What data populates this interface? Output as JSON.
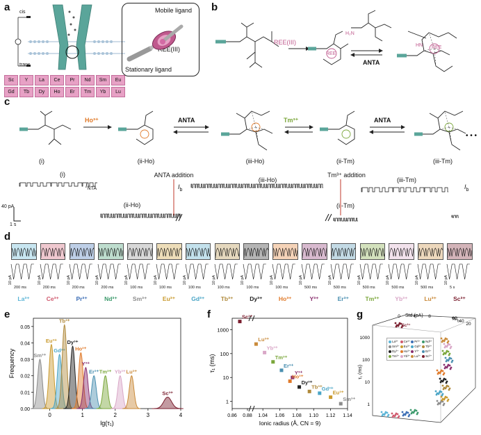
{
  "panels": {
    "a": {
      "letter": "a",
      "cis": "cis",
      "trans": "trans",
      "mobile_ligand": "Mobile ligand",
      "stationary_ligand": "Stationary ligand",
      "ree": "REE(III)",
      "elements_row1": [
        "Sc",
        "Y",
        "La",
        "Ce",
        "Pr",
        "Nd",
        "Sm",
        "Eu"
      ],
      "elements_row2": [
        "Gd",
        "Tb",
        "Dy",
        "Ho",
        "Er",
        "Tm",
        "Yb",
        "Lu"
      ]
    },
    "b": {
      "letter": "b",
      "ree_label": "REE(III)",
      "ree_center": "REE",
      "ree_center2": "REE",
      "antA": "ANTA",
      "hn": "HN",
      "h2n": "H₂N"
    },
    "c": {
      "letter": "c",
      "ho_arrow": "Ho³⁺",
      "anta1": "ANTA",
      "tm_arrow": "Tm³⁺",
      "anta2": "ANTA",
      "states": [
        "(i)",
        "(ii-Ho)",
        "(iii-Ho)",
        "(ii-Tm)",
        "(iii-Tm)"
      ],
      "trace_labels": {
        "i": "(i)",
        "ii_ho": "(ii-Ho)",
        "iii_ho": "(iii-Ho)",
        "ii_tm": "(ii-Tm)",
        "iii_tm": "(iii-Tm)",
        "anta_addition": "ANTA addition",
        "tm_addition": "Tm³⁺ addition",
        "i_nta": "I",
        "i_nta_sub": "NTA",
        "i_b": "I",
        "i_b_sub": "b",
        "i_b2": "I",
        "i_b2_sub": "b",
        "scale_pa": "40 pA",
        "scale_s": "1 s",
        "ellipsis": "• • •"
      }
    },
    "d": {
      "letter": "d",
      "ions": [
        {
          "name": "La³⁺",
          "color": "#5ab4d6",
          "time": "200 ms",
          "pa": "10 pA"
        },
        {
          "name": "Ce³⁺",
          "color": "#d05a6e",
          "time": "200 ms",
          "pa": "10 pA"
        },
        {
          "name": "Pr³⁺",
          "color": "#3d6fb6",
          "time": "200 ms",
          "pa": "10 pA"
        },
        {
          "name": "Nd³⁺",
          "color": "#3c9a6c",
          "time": "200 ms",
          "pa": "10 pA"
        },
        {
          "name": "Sm³⁺",
          "color": "#8b8b8b",
          "time": "100 ms",
          "pa": "10 pA"
        },
        {
          "name": "Eu³⁺",
          "color": "#c99a2e",
          "time": "100 ms",
          "pa": "10 pA"
        },
        {
          "name": "Gd³⁺",
          "color": "#4aa5c6",
          "time": "100 ms",
          "pa": "10 pA"
        },
        {
          "name": "Tb³⁺",
          "color": "#b08a3c",
          "time": "100 ms",
          "pa": "10 pA"
        },
        {
          "name": "Dy³⁺",
          "color": "#222222",
          "time": "100 ms",
          "pa": "10 pA"
        },
        {
          "name": "Ho³⁺",
          "color": "#e07a2a",
          "time": "100 ms",
          "pa": "10 pA"
        },
        {
          "name": "Y³⁺",
          "color": "#8a2f6e",
          "time": "500 ms",
          "pa": "10 pA"
        },
        {
          "name": "Er³⁺",
          "color": "#4a8fb0",
          "time": "500 ms",
          "pa": "10 pA"
        },
        {
          "name": "Tm³⁺",
          "color": "#7aa63a",
          "time": "500 ms",
          "pa": "10 pA"
        },
        {
          "name": "Yb³⁺",
          "color": "#d9a7c7",
          "time": "500 ms",
          "pa": "10 pA"
        },
        {
          "name": "Lu³⁺",
          "color": "#c98a3a",
          "time": "500 ms",
          "pa": "10 pA"
        },
        {
          "name": "Sc³⁺",
          "color": "#7a1e2e",
          "time": "5 s",
          "pa": "10 pA"
        }
      ]
    },
    "e": {
      "letter": "e",
      "ylabel": "Frequency",
      "xlabel": "lg(τ₁)",
      "ion_labels": [
        "Sm³⁺",
        "Eu³⁺",
        "Gd³⁺",
        "Tb³⁺",
        "Dy³⁺",
        "Ho³⁺",
        "Y³⁺",
        "Er³⁺",
        "Tm³⁺",
        "Yb³⁺",
        "Lu³⁺",
        "Sc³⁺"
      ]
    },
    "f": {
      "letter": "f",
      "ylabel": "τ₁ (ms)",
      "xlabel": "Ionic radius (Å, CN = 9)",
      "sc_label": "Sc³⁺"
    },
    "g": {
      "letter": "g",
      "std_label": "Std (pA)",
      "ib_label": "%I",
      "ib_sub": "b",
      "tau_label": "τ₁ (ms)",
      "legend": [
        {
          "name": "La³⁺",
          "color": "#5ab4d6"
        },
        {
          "name": "Ce³⁺",
          "color": "#d05a6e"
        },
        {
          "name": "Pr³⁺",
          "color": "#3d6fb6"
        },
        {
          "name": "Nd³⁺",
          "color": "#3c9a6c"
        },
        {
          "name": "Sm³⁺",
          "color": "#8b8b8b"
        },
        {
          "name": "Eu³⁺",
          "color": "#c99a2e"
        },
        {
          "name": "Gd³⁺",
          "color": "#4aa5c6"
        },
        {
          "name": "Tb³⁺",
          "color": "#b08a3c"
        },
        {
          "name": "Dy³⁺",
          "color": "#222222"
        },
        {
          "name": "Ho³⁺",
          "color": "#e07a2a"
        },
        {
          "name": "Y³⁺",
          "color": "#8a2f6e"
        },
        {
          "name": "Er³⁺",
          "color": "#4a8fb0"
        },
        {
          "name": "Tm³⁺",
          "color": "#7aa63a"
        },
        {
          "name": "Yb³⁺",
          "color": "#d9a7c7"
        },
        {
          "name": "Lu³⁺",
          "color": "#c98a3a"
        },
        {
          "name": "Sc³⁺",
          "color": "#7a1e2e"
        }
      ],
      "z_ticks": [
        "1000",
        "100",
        "10",
        "1"
      ],
      "x_ticks": [
        "0",
        "4",
        "8"
      ],
      "y_ticks": [
        "60",
        "40",
        "20"
      ]
    }
  },
  "chart_data": [
    {
      "type": "line",
      "panel": "e",
      "xlabel": "lg(τ₁)",
      "ylabel": "Frequency",
      "xlim": [
        -0.5,
        4
      ],
      "ylim": [
        0,
        0.055
      ],
      "xticks": [
        0,
        1,
        2,
        3,
        4
      ],
      "yticks": [
        0.0,
        0.01,
        0.02,
        0.03,
        0.04,
        0.05
      ],
      "series": [
        {
          "name": "Sm³⁺",
          "center": -0.3,
          "peak": 0.03,
          "color": "#8b8b8b"
        },
        {
          "name": "Eu³⁺",
          "center": 0.05,
          "peak": 0.039,
          "color": "#c99a2e"
        },
        {
          "name": "Gd³⁺",
          "center": 0.3,
          "peak": 0.033,
          "color": "#4aa5c6"
        },
        {
          "name": "Tb³⁺",
          "center": 0.45,
          "peak": 0.051,
          "color": "#b08a3c"
        },
        {
          "name": "Dy³⁺",
          "center": 0.7,
          "peak": 0.038,
          "color": "#222222"
        },
        {
          "name": "Ho³⁺",
          "center": 0.95,
          "peak": 0.034,
          "color": "#e07a2a"
        },
        {
          "name": "Y³⁺",
          "center": 1.1,
          "peak": 0.025,
          "color": "#8a2f6e"
        },
        {
          "name": "Er³⁺",
          "center": 1.35,
          "peak": 0.02,
          "color": "#4a8fb0"
        },
        {
          "name": "Tm³⁺",
          "center": 1.7,
          "peak": 0.02,
          "color": "#7aa63a"
        },
        {
          "name": "Yb³⁺",
          "center": 2.15,
          "peak": 0.02,
          "color": "#d9a7c7"
        },
        {
          "name": "Lu³⁺",
          "center": 2.5,
          "peak": 0.02,
          "color": "#c98a3a"
        },
        {
          "name": "Sc³⁺",
          "center": 3.6,
          "peak": 0.007,
          "color": "#7a1e2e"
        }
      ]
    },
    {
      "type": "scatter",
      "panel": "f",
      "xlabel": "Ionic radius (Å, CN = 9)",
      "ylabel": "τ₁ (ms)",
      "yscale": "log",
      "ylim": [
        0.5,
        3000
      ],
      "xticks": [
        0.86,
        0.88,
        1.04,
        1.06,
        1.08,
        1.1,
        1.12,
        1.14
      ],
      "yticks": [
        1,
        10,
        100,
        1000
      ],
      "points": [
        {
          "name": "Sc³⁺",
          "x": 0.87,
          "y": 2200,
          "color": "#7a1e2e"
        },
        {
          "name": "Lu³⁺",
          "x": 1.032,
          "y": 250,
          "color": "#c98a3a"
        },
        {
          "name": "Yb³⁺",
          "x": 1.042,
          "y": 110,
          "color": "#d9a7c7"
        },
        {
          "name": "Tm³⁺",
          "x": 1.052,
          "y": 45,
          "color": "#7aa63a"
        },
        {
          "name": "Er³⁺",
          "x": 1.062,
          "y": 20,
          "color": "#4a8fb0"
        },
        {
          "name": "Y³⁺",
          "x": 1.075,
          "y": 10,
          "color": "#8a2f6e"
        },
        {
          "name": "Ho³⁺",
          "x": 1.072,
          "y": 7,
          "color": "#e07a2a"
        },
        {
          "name": "Dy³⁺",
          "x": 1.083,
          "y": 4,
          "color": "#222222"
        },
        {
          "name": "Tb³⁺",
          "x": 1.095,
          "y": 2.6,
          "color": "#b08a3c"
        },
        {
          "name": "Gd³⁺",
          "x": 1.107,
          "y": 2.2,
          "color": "#4aa5c6"
        },
        {
          "name": "Eu³⁺",
          "x": 1.12,
          "y": 1.5,
          "color": "#c99a2e"
        },
        {
          "name": "Sm³⁺",
          "x": 1.132,
          "y": 0.8,
          "color": "#8b8b8b"
        }
      ]
    }
  ]
}
